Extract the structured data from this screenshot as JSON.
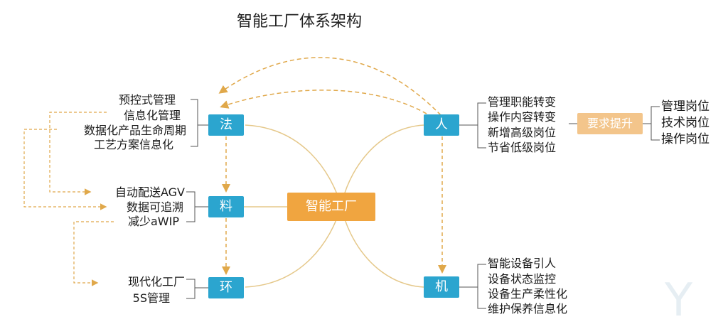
{
  "title": "智能工厂体系架构",
  "center": "智能工厂",
  "nodes": {
    "fa": "法",
    "liao": "料",
    "huan": "环",
    "ren": "人",
    "ji": "机"
  },
  "fa_items": [
    "预控式管理",
    "信息化管理",
    "数据化产品生命周期",
    "工艺方案信息化"
  ],
  "liao_items": [
    "自动配送AGV",
    "数据可追溯",
    "减少aWIP"
  ],
  "huan_items": [
    "现代化工厂",
    "5S管理"
  ],
  "ren_items": [
    "管理职能转变",
    "操作内容转变",
    "新增高级岗位",
    "节省低级岗位"
  ],
  "requirement": "要求提升",
  "posts": [
    "管理岗位",
    "技术岗位",
    "操作岗位"
  ],
  "ji_items": [
    "智能设备引人",
    "设备状态监控",
    "设备生产柔性化",
    "维护保养信息化"
  ],
  "colors": {
    "node_blue": "#2ba5cf",
    "center_orange": "#f0a540",
    "req_orange": "#f3c58b",
    "arrow_orange": "#e0a84a",
    "line_gray": "#555555"
  }
}
